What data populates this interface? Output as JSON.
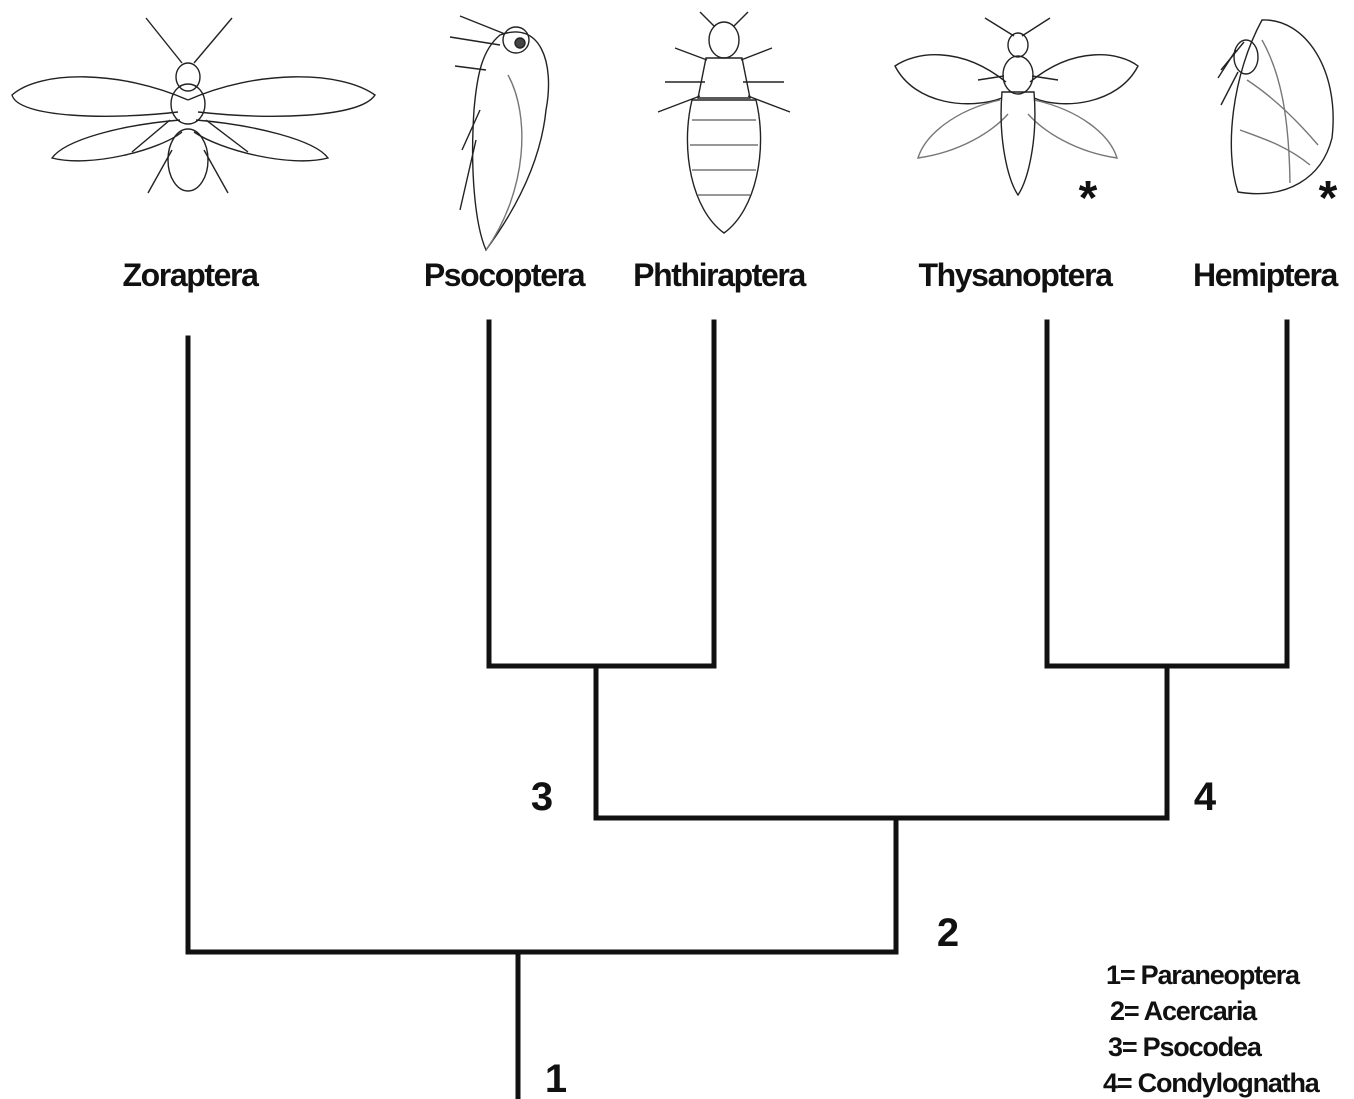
{
  "taxa": [
    {
      "name": "Zoraptera",
      "marker": ""
    },
    {
      "name": "Psocoptera",
      "marker": ""
    },
    {
      "name": "Phthiraptera",
      "marker": ""
    },
    {
      "name": "Thysanoptera",
      "marker": "*"
    },
    {
      "name": "Hemiptera",
      "marker": "*"
    }
  ],
  "nodes": {
    "n1": "1",
    "n2": "2",
    "n3": "3",
    "n4": "4"
  },
  "legend": [
    "1= Paraneoptera",
    "2= Acercaria",
    "3= Psocodea",
    "4= Condylognatha"
  ],
  "illustrations": [
    "zoraptera-insect-icon",
    "psocoptera-insect-icon",
    "phthiraptera-louse-icon",
    "thysanoptera-thrips-icon",
    "hemiptera-insect-icon"
  ]
}
